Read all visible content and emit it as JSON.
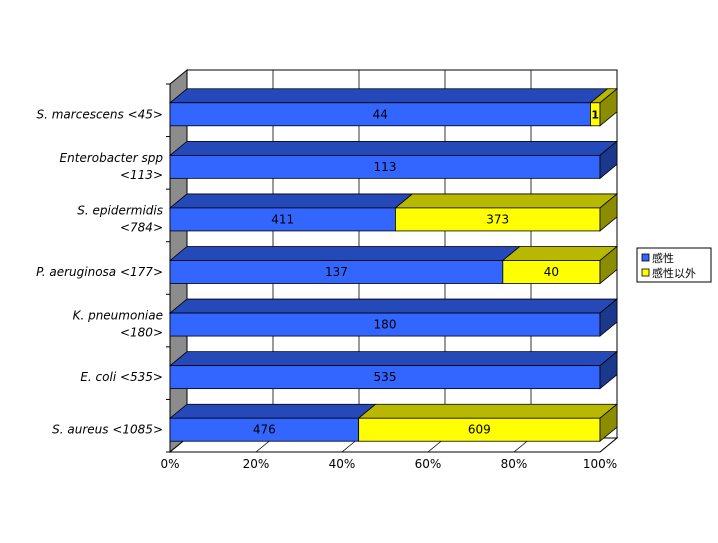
{
  "chart_data": {
    "type": "bar",
    "orientation": "horizontal",
    "stacked": "percent",
    "three_d": true,
    "categories": [
      [
        "S. marcescens <45>"
      ],
      [
        "Enterobacter spp",
        "<113>"
      ],
      [
        "S. epidermidis",
        "<784>"
      ],
      [
        "P. aeruginosa <177>"
      ],
      [
        "K. pneumoniae",
        "<180>"
      ],
      [
        "E. coli <535>"
      ],
      [
        "S. aureus <1085>"
      ]
    ],
    "series": [
      {
        "name": "感性",
        "color": "#3366ff",
        "values": [
          44,
          113,
          411,
          137,
          180,
          535,
          476
        ]
      },
      {
        "name": "感性以外",
        "color": "#ffff00",
        "values": [
          1,
          0,
          373,
          40,
          0,
          0,
          609
        ]
      }
    ],
    "xticks": [
      "0%",
      "20%",
      "40%",
      "60%",
      "80%",
      "100%"
    ],
    "xlim": [
      0,
      100
    ],
    "grid": true,
    "legend": "right"
  }
}
